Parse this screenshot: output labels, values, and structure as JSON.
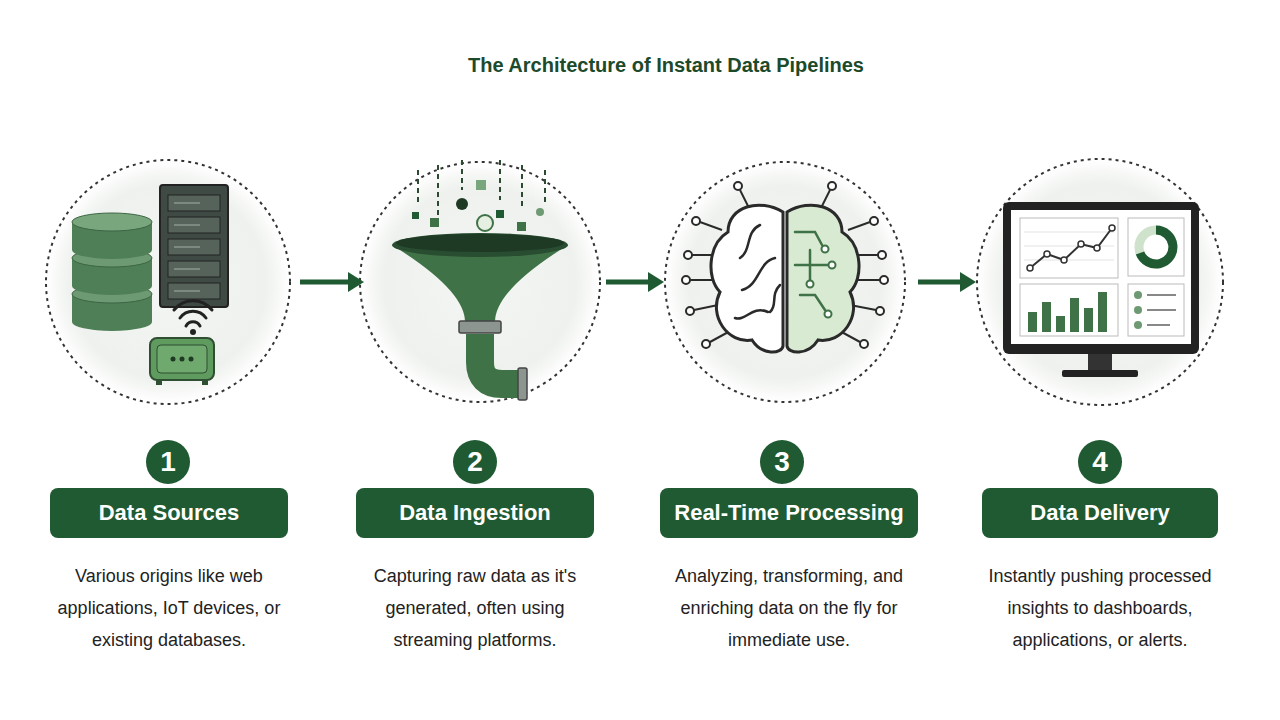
{
  "diagram": {
    "title": "The Architecture of Instant Data Pipelines",
    "nodes": [
      {
        "text": [
          "1"
        ]
      },
      {
        "text": [
          "Data Sources",
          "Various origins like web applications, IoT devices, or existing databases."
        ]
      },
      {
        "text": [
          "2"
        ]
      },
      {
        "text": [
          "Data Ingestion",
          "Capturing raw data as it's generated, often using streaming platforms."
        ]
      },
      {
        "text": [
          "3"
        ]
      },
      {
        "text": [
          "Real-Time Processing",
          "Analyzing, transforming, and enriching data on the fly for immediate use."
        ]
      },
      {
        "text": [
          "4"
        ]
      },
      {
        "text": [
          "Data Delivery",
          "Instantly pushing processed insights to dashboards, applications, or alerts."
        ]
      }
    ]
  }
}
